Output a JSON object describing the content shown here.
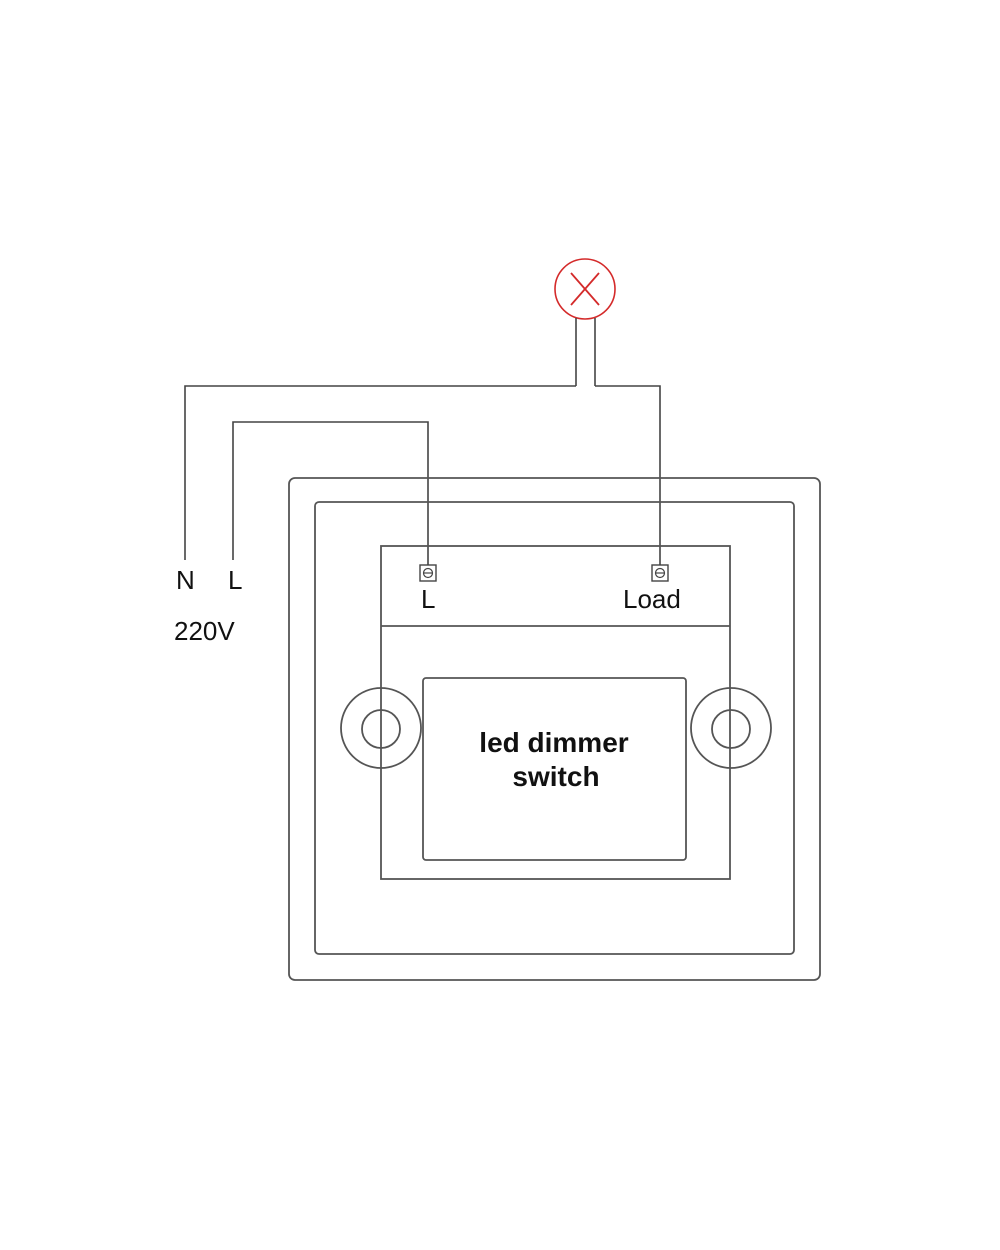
{
  "supply": {
    "neutral_label": "N",
    "live_label": "L",
    "voltage_label": "220V"
  },
  "switch": {
    "terminal_l_label": "L",
    "terminal_load_label": "Load",
    "title_line1": "led dimmer",
    "title_line2": "switch"
  },
  "lamp": {
    "symbol": "lamp-icon",
    "color": "#d42a2a"
  }
}
